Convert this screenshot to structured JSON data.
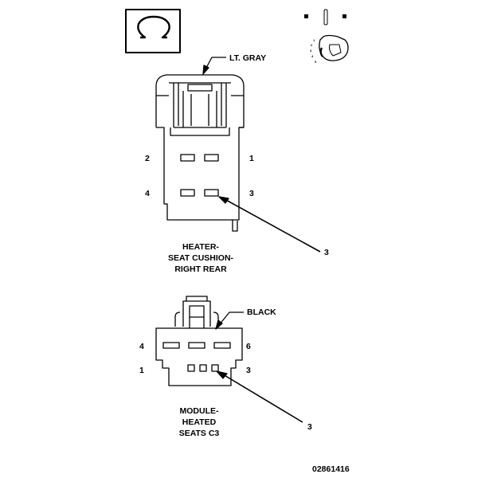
{
  "connector_top": {
    "color_label": "LT. GRAY",
    "pins": {
      "p1": "1",
      "p2": "2",
      "p3": "3",
      "p4": "4"
    },
    "callout": "3",
    "name_lines": [
      "HEATER-",
      "SEAT CUSHION-",
      "RIGHT REAR"
    ]
  },
  "connector_bottom": {
    "color_label": "BLACK",
    "pins": {
      "p1": "1",
      "p3": "3",
      "p4": "4",
      "p6": "6"
    },
    "callout": "3",
    "name_lines": [
      "MODULE-",
      "HEATED",
      "SEATS C3"
    ]
  },
  "figure_number": "02861416",
  "icons": [
    "omega-symbol-icon",
    "terminal-icon"
  ],
  "terminal_icon_digits": [
    "1",
    "2",
    "3",
    "4",
    "5"
  ]
}
